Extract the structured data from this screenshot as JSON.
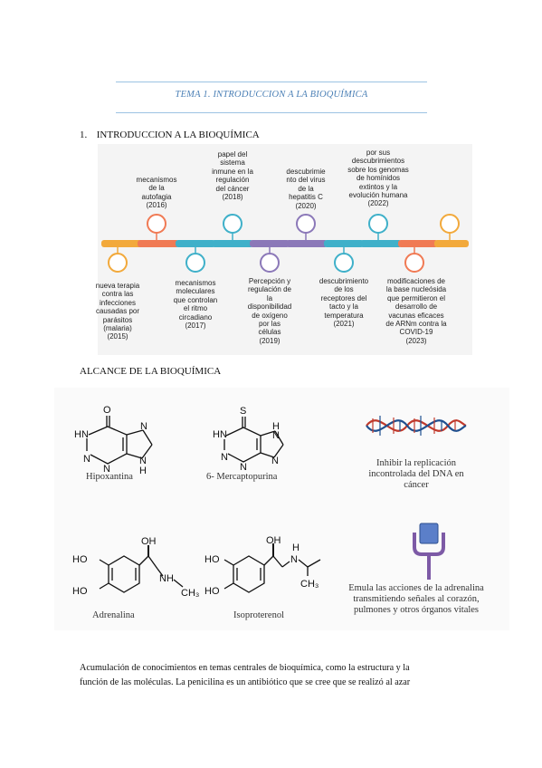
{
  "header": {
    "title": "TEMA 1.  INTRODUCCION A LA BIOQUÍMICA"
  },
  "section1": {
    "number": "1.",
    "title": "INTRODUCCION A LA BIOQUÍMICA"
  },
  "timeline": {
    "top_events": [
      {
        "text": [
          "mecanismos",
          "de la",
          "autofagia",
          "(2016)"
        ],
        "color": "#f07a54"
      },
      {
        "text": [
          "papel del",
          "sistema",
          "inmune en la",
          "regulación",
          "del cáncer",
          "(2018)"
        ],
        "color": "#3fb0c9"
      },
      {
        "text": [
          "descubrimie",
          "nto del virus",
          "de la",
          "hepatitis C",
          "(2020)"
        ],
        "color": "#8b78b8"
      },
      {
        "text": [
          "por sus",
          "descubrimientos",
          "sobre los genomas",
          "de homínidos",
          "extintos y la",
          "evolución humana",
          "(2022)"
        ],
        "color": "#3fb0c9"
      }
    ],
    "bottom_events": [
      {
        "text": [
          "nueva terapia",
          "contra las",
          "infecciones",
          "causadas por",
          "parásitos",
          "(malaria)",
          "(2015)"
        ],
        "color": "#f2a93b"
      },
      {
        "text": [
          "mecanismos",
          "moleculares",
          "que controlan",
          "el ritmo",
          "circadiano",
          "(2017)"
        ],
        "color": "#3fb0c9"
      },
      {
        "text": [
          "Percepción y",
          "regulación de",
          "la",
          "disponibilidad",
          "de oxígeno",
          "por las",
          "células",
          "(2019)"
        ],
        "color": "#8b78b8"
      },
      {
        "text": [
          "descubrimiento",
          "de los",
          "receptores del",
          "tacto y la",
          "temperatura",
          "(2021)"
        ],
        "color": "#3fb0c9"
      },
      {
        "text": [
          "modificaciones de",
          "la base nucleósida",
          "que permitieron el",
          "desarrollo de",
          "vacunas eficaces",
          "de ARNm contra la",
          "COVID-19",
          "(2023)"
        ],
        "color": "#f07a54"
      }
    ],
    "last_color": "#f2a93b"
  },
  "alcance": {
    "title": "ALCANCE DE LA BIOQUÍMICA"
  },
  "chem": {
    "hypoxanthine": "Hipoxantina",
    "mercaptopurine": "6- Mercaptopurina",
    "dna_caption": [
      "Inhibir la replicación",
      "incontrolada del DNA en",
      "cáncer"
    ],
    "adrenaline": "Adrenalina",
    "isoproterenol": "Isoproterenol",
    "receptor_caption": [
      "Emula las acciones de la adrenalina",
      "transmitiendo señales al corazón,",
      "pulmones y otros órganos vitales"
    ],
    "atoms": {
      "O": "O",
      "S": "S",
      "N": "N",
      "HN": "HN",
      "NH": "NH",
      "H": "H",
      "HO": "HO",
      "OH": "OH",
      "CH3": "CH₃"
    }
  },
  "paragraph": {
    "lines": [
      "Acumulación de conocimientos en temas centrales de bioquímica, como la estructura y la",
      "función de las moléculas. La penicilina es un antibiótico que se cree que se realizó al azar"
    ]
  }
}
